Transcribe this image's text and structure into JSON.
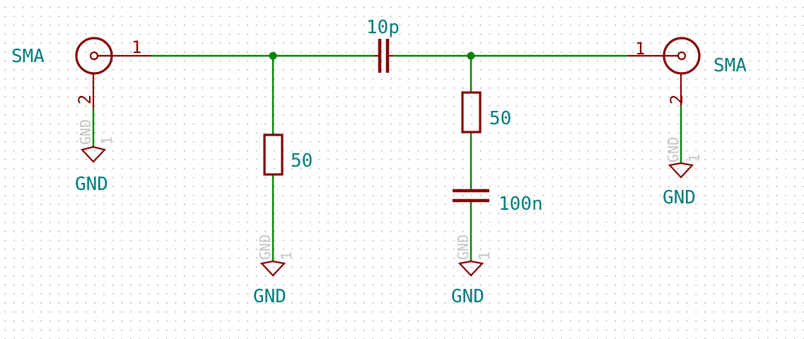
{
  "components": {
    "j_left": {
      "ref": "SMA",
      "pin_signal": "1",
      "pin_ground": "2"
    },
    "j_right": {
      "ref": "SMA",
      "pin_signal": "1",
      "pin_ground": "2"
    },
    "c_series": {
      "value": "10p"
    },
    "r_shunt": {
      "value": "50"
    },
    "r_series": {
      "value": "50"
    },
    "c_shunt": {
      "value": "100n"
    },
    "gnd_left": {
      "name": "GND",
      "hidden_name": "GND",
      "hidden_pin": "1"
    },
    "gnd_mid1": {
      "name": "GND",
      "hidden_name": "GND",
      "hidden_pin": "1"
    },
    "gnd_mid2": {
      "name": "GND",
      "hidden_name": "GND",
      "hidden_pin": "1"
    },
    "gnd_right": {
      "name": "GND",
      "hidden_name": "GND",
      "hidden_pin": "1"
    }
  },
  "colors": {
    "wire": "#008400",
    "symbol": "#840000",
    "label": "#007b7b",
    "hidden_text": "#c4c4c4",
    "junction": "#008400",
    "grid_dot": "#b8b8b8",
    "background": "#ffffff"
  }
}
